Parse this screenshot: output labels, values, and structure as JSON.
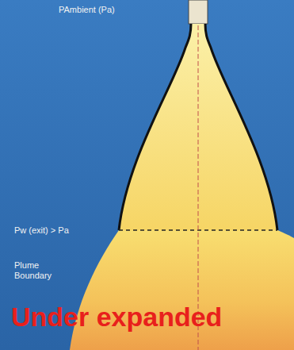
{
  "diagram": {
    "labels": [
      "PAmbient (Pa)",
      "Pw (exit) > Pa",
      "Plume Boundary",
      "Under expanded"
    ]
  }
}
